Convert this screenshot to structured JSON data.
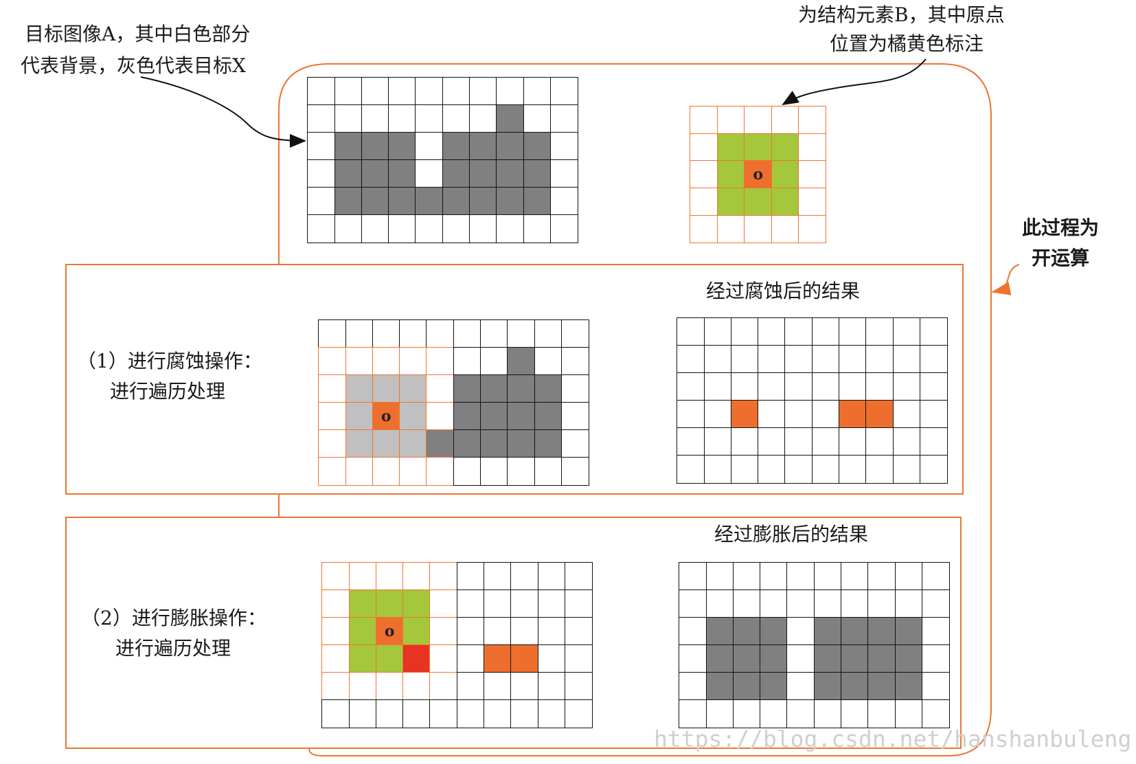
{
  "colors": {
    "frame_orange": "#ee7530",
    "target_gray": "#808080",
    "probe_light_gray": "#c0c0c0",
    "struct_green": "#a4c73c",
    "origin_orange": "#ee6f2d",
    "hit_red": "#e83222",
    "background": "#ffffff"
  },
  "labels": {
    "image_a_line1": "目标图像A，其中白色部分",
    "image_a_line2": "代表背景，灰色代表目标X",
    "struct_b_line1": "为结构元素B，其中原点",
    "struct_b_line2": "位置为橘黄色标注",
    "process_line1": "此过程为",
    "process_line2": "开运算",
    "erosion_result_title": "经过腐蚀后的结果",
    "dilation_result_title": "经过膨胀后的结果",
    "erosion_step_line1": "（1）进行腐蚀操作：",
    "erosion_step_line2": "进行遍历处理",
    "dilation_step_line1": "（2）进行膨胀操作：",
    "dilation_step_line2": "进行遍历处理",
    "origin_mark": "o",
    "watermark": "https://blog.csdn.net/hanshanbuleng"
  },
  "grids": {
    "legend": "0=white, 1=target gray, 2=light gray probe, 3=green struct, 4=origin orange, 5=red hit",
    "image_a": {
      "rows": 6,
      "cols": 10,
      "cells": [
        [
          0,
          0,
          0,
          0,
          0,
          0,
          0,
          0,
          0,
          0
        ],
        [
          0,
          0,
          0,
          0,
          0,
          0,
          0,
          1,
          0,
          0
        ],
        [
          0,
          1,
          1,
          1,
          0,
          1,
          1,
          1,
          1,
          0
        ],
        [
          0,
          1,
          1,
          1,
          0,
          1,
          1,
          1,
          1,
          0
        ],
        [
          0,
          1,
          1,
          1,
          1,
          1,
          1,
          1,
          1,
          0
        ],
        [
          0,
          0,
          0,
          0,
          0,
          0,
          0,
          0,
          0,
          0
        ]
      ]
    },
    "struct_b": {
      "rows": 5,
      "cols": 5,
      "cells": [
        [
          0,
          0,
          0,
          0,
          0
        ],
        [
          0,
          3,
          3,
          3,
          0
        ],
        [
          0,
          3,
          4,
          3,
          0
        ],
        [
          0,
          3,
          3,
          3,
          0
        ],
        [
          0,
          0,
          0,
          0,
          0
        ]
      ]
    },
    "erosion_process": {
      "rows": 6,
      "cols": 10,
      "cells": [
        [
          0,
          0,
          0,
          0,
          0,
          0,
          0,
          0,
          0,
          0
        ],
        [
          0,
          0,
          0,
          0,
          0,
          0,
          0,
          1,
          0,
          0
        ],
        [
          0,
          2,
          2,
          2,
          0,
          1,
          1,
          1,
          1,
          0
        ],
        [
          0,
          2,
          4,
          2,
          0,
          1,
          1,
          1,
          1,
          0
        ],
        [
          0,
          2,
          2,
          2,
          1,
          1,
          1,
          1,
          1,
          0
        ],
        [
          0,
          0,
          0,
          0,
          0,
          0,
          0,
          0,
          0,
          0
        ]
      ],
      "overlay": {
        "row": 1,
        "col": 0,
        "rows": 5,
        "cols": 5
      },
      "origin_cell": [
        3,
        2
      ]
    },
    "erosion_result": {
      "rows": 6,
      "cols": 10,
      "cells": [
        [
          0,
          0,
          0,
          0,
          0,
          0,
          0,
          0,
          0,
          0
        ],
        [
          0,
          0,
          0,
          0,
          0,
          0,
          0,
          0,
          0,
          0
        ],
        [
          0,
          0,
          0,
          0,
          0,
          0,
          0,
          0,
          0,
          0
        ],
        [
          0,
          0,
          4,
          0,
          0,
          0,
          4,
          4,
          0,
          0
        ],
        [
          0,
          0,
          0,
          0,
          0,
          0,
          0,
          0,
          0,
          0
        ],
        [
          0,
          0,
          0,
          0,
          0,
          0,
          0,
          0,
          0,
          0
        ]
      ]
    },
    "dilation_process": {
      "rows": 6,
      "cols": 10,
      "cells": [
        [
          0,
          0,
          0,
          0,
          0,
          0,
          0,
          0,
          0,
          0
        ],
        [
          0,
          3,
          3,
          3,
          0,
          0,
          0,
          0,
          0,
          0
        ],
        [
          0,
          3,
          4,
          3,
          0,
          0,
          0,
          0,
          0,
          0
        ],
        [
          0,
          3,
          3,
          5,
          0,
          0,
          4,
          4,
          0,
          0
        ],
        [
          0,
          0,
          0,
          0,
          0,
          0,
          0,
          0,
          0,
          0
        ],
        [
          0,
          0,
          0,
          0,
          0,
          0,
          0,
          0,
          0,
          0
        ]
      ],
      "overlay": {
        "row": 0,
        "col": 0,
        "rows": 5,
        "cols": 5
      },
      "origin_cell": [
        2,
        2
      ]
    },
    "dilation_result": {
      "rows": 6,
      "cols": 10,
      "cells": [
        [
          0,
          0,
          0,
          0,
          0,
          0,
          0,
          0,
          0,
          0
        ],
        [
          0,
          0,
          0,
          0,
          0,
          0,
          0,
          0,
          0,
          0
        ],
        [
          0,
          1,
          1,
          1,
          0,
          1,
          1,
          1,
          1,
          0
        ],
        [
          0,
          1,
          1,
          1,
          0,
          1,
          1,
          1,
          1,
          0
        ],
        [
          0,
          1,
          1,
          1,
          0,
          1,
          1,
          1,
          1,
          0
        ],
        [
          0,
          0,
          0,
          0,
          0,
          0,
          0,
          0,
          0,
          0
        ]
      ]
    }
  }
}
